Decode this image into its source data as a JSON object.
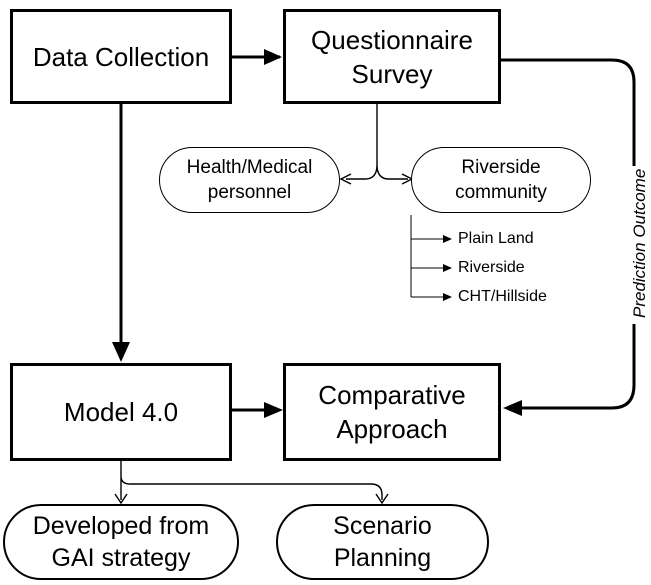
{
  "nodes": {
    "data_collection": "Data Collection",
    "questionnaire_survey": "Questionnaire\nSurvey",
    "model": "Model 4.0",
    "comparative_approach": "Comparative\nApproach",
    "health_medical": "Health/Medical\npersonnel",
    "riverside_community": "Riverside\ncommunity",
    "developed_gai": "Developed from\nGAI strategy",
    "scenario_planning": "Scenario\nPlanning"
  },
  "subcategories": [
    "Plain Land",
    "Riverside",
    "CHT/Hillside"
  ],
  "edge_labels": {
    "prediction_outcome": "Prediction Outcome"
  },
  "colors": {
    "stroke": "#000000",
    "background": "#ffffff"
  }
}
